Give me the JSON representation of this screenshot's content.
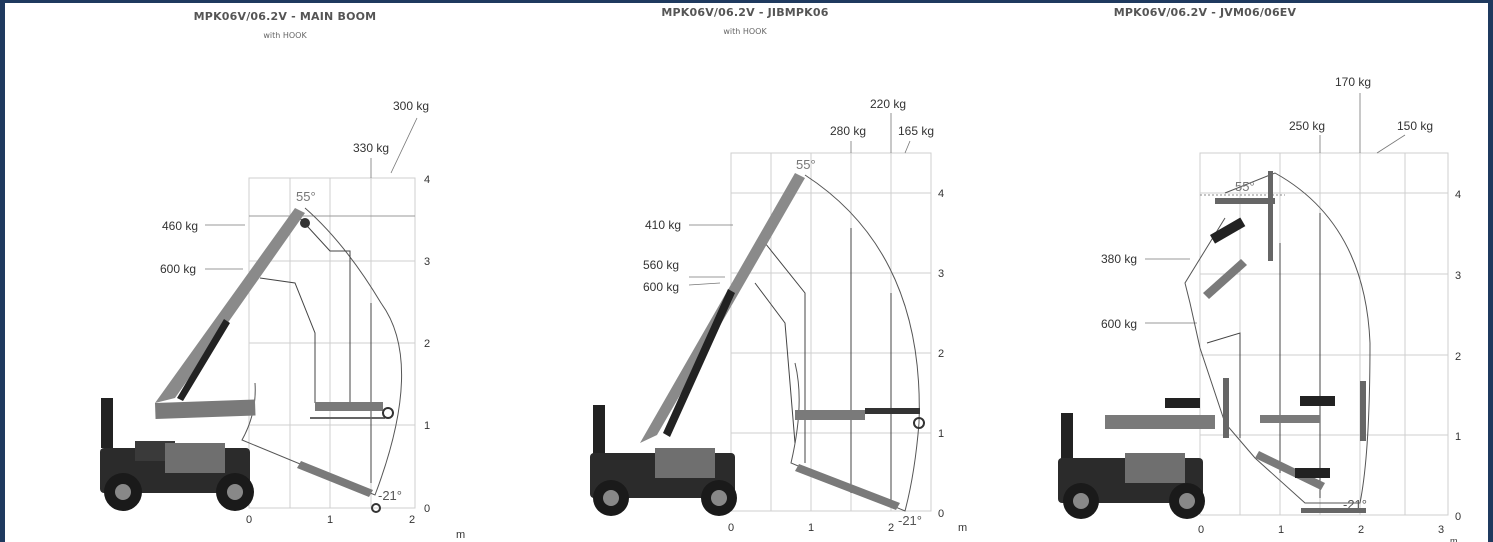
{
  "panels": [
    {
      "title": "MPK06V/06.2V - MAIN BOOM",
      "subtitle": "with HOOK",
      "loads": [
        "300 kg",
        "330 kg",
        "460 kg",
        "600 kg"
      ],
      "angle_top": "55°",
      "angle_bottom": "-21°",
      "x_ticks": [
        "0",
        "1",
        "2"
      ],
      "y_ticks": [
        "0",
        "1",
        "2",
        "3",
        "4"
      ],
      "unit": "m"
    },
    {
      "title": "MPK06V/06.2V - JIBMPK06",
      "subtitle": "with HOOK",
      "loads": [
        "220 kg",
        "280 kg",
        "165 kg",
        "410 kg",
        "560 kg",
        "600 kg"
      ],
      "angle_top": "55°",
      "angle_bottom": "-21°",
      "x_ticks": [
        "0",
        "1",
        "2"
      ],
      "y_ticks": [
        "0",
        "1",
        "2",
        "3",
        "4"
      ],
      "unit": "m"
    },
    {
      "title": "MPK06V/06.2V - JVM06/06EV",
      "subtitle": "",
      "loads": [
        "170 kg",
        "250 kg",
        "150 kg",
        "380 kg",
        "600 kg"
      ],
      "angle_top": "55°",
      "angle_bottom": "-21°",
      "x_ticks": [
        "0",
        "1",
        "2",
        "3"
      ],
      "y_ticks": [
        "0",
        "1",
        "2",
        "3",
        "4"
      ],
      "unit": "m"
    }
  ],
  "colors": {
    "frame": "#1f3a5f",
    "machine": "#2b2b2b",
    "boom": "#8a8a8a",
    "grid": "#cfcfcf"
  }
}
